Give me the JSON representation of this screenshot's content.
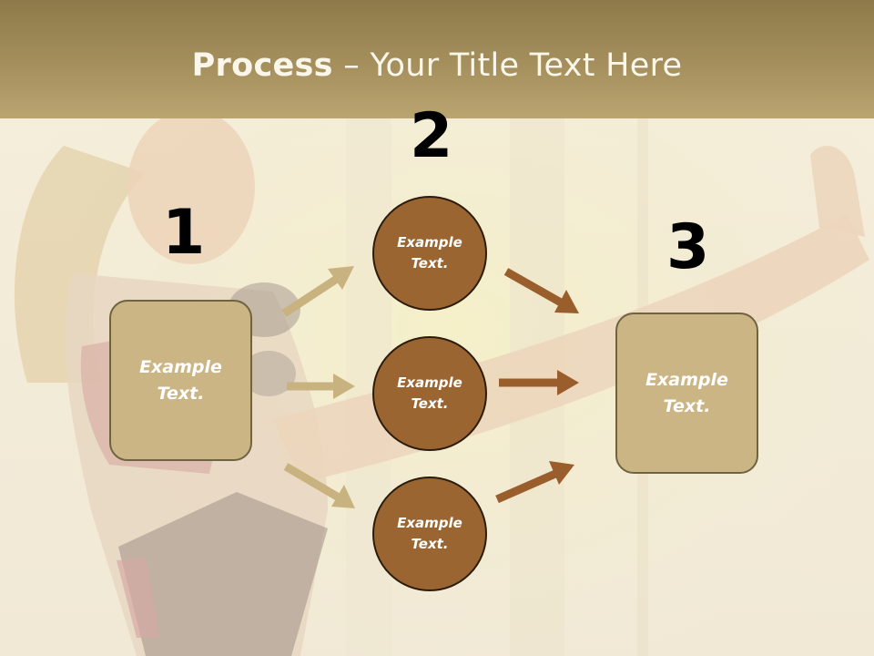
{
  "slide": {
    "title_bold": "Process",
    "title_rest": " – Your Title Text Here",
    "steps": [
      {
        "number": "1",
        "label": "Example\nText."
      },
      {
        "number": "2",
        "items": [
          "Example\nText.",
          "Example\nText.",
          "Example\nText."
        ]
      },
      {
        "number": "3",
        "label": "Example\nText."
      }
    ]
  },
  "colors": {
    "title_band": "#a5905d",
    "box_fill": "#ccb584",
    "circle_fill": "#9a6531",
    "arrow_light": "#c8b27f",
    "arrow_dark": "#9a5e2c"
  }
}
